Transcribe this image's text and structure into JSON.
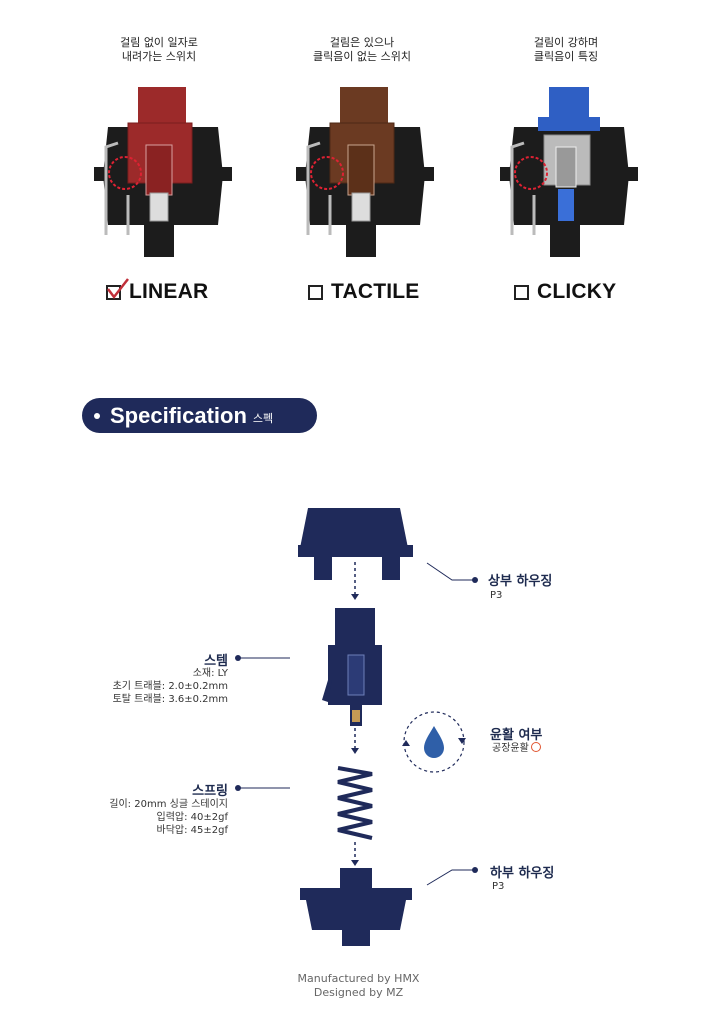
{
  "switch_types": [
    {
      "caption_line1": "걸림 없이 일자로",
      "caption_line2": "내려가는 스위치",
      "name": "LINEAR",
      "checked": true,
      "stem_color": "#9c2a2a"
    },
    {
      "caption_line1": "걸림은 있으나",
      "caption_line2": "클릭음이 없는 스위치",
      "name": "TACTILE",
      "checked": false,
      "stem_color": "#6b3a22"
    },
    {
      "caption_line1": "걸림이 강하며",
      "caption_line2": "클릭음이 특징",
      "name": "CLICKY",
      "checked": false,
      "stem_color": "#2f5fc4"
    }
  ],
  "spec": {
    "title": "Specification",
    "title_ko": "스펙"
  },
  "parts": {
    "top_housing": {
      "title": "상부 하우징",
      "sub": "P3"
    },
    "stem": {
      "title": "스템",
      "sub1": "소재: LY",
      "sub2": "초기 트래블: 2.0±0.2mm",
      "sub3": "토탈 트래블: 3.6±0.2mm"
    },
    "lube": {
      "title": "윤활 여부",
      "sub": "공장윤활"
    },
    "spring": {
      "title": "스프링",
      "sub1": "길이: 20mm 싱글 스테이지",
      "sub2": "입력압: 40±2gf",
      "sub3": "바닥압: 45±2gf"
    },
    "bottom_housing": {
      "title": "하부 하우징",
      "sub": "P3"
    }
  },
  "footer": {
    "line1": "Manufactured by HMX",
    "line2": "Designed by MZ"
  },
  "colors": {
    "navy": "#1f2a5a",
    "check_red": "#c0303a",
    "lube_blue": "#2f5fa8"
  }
}
